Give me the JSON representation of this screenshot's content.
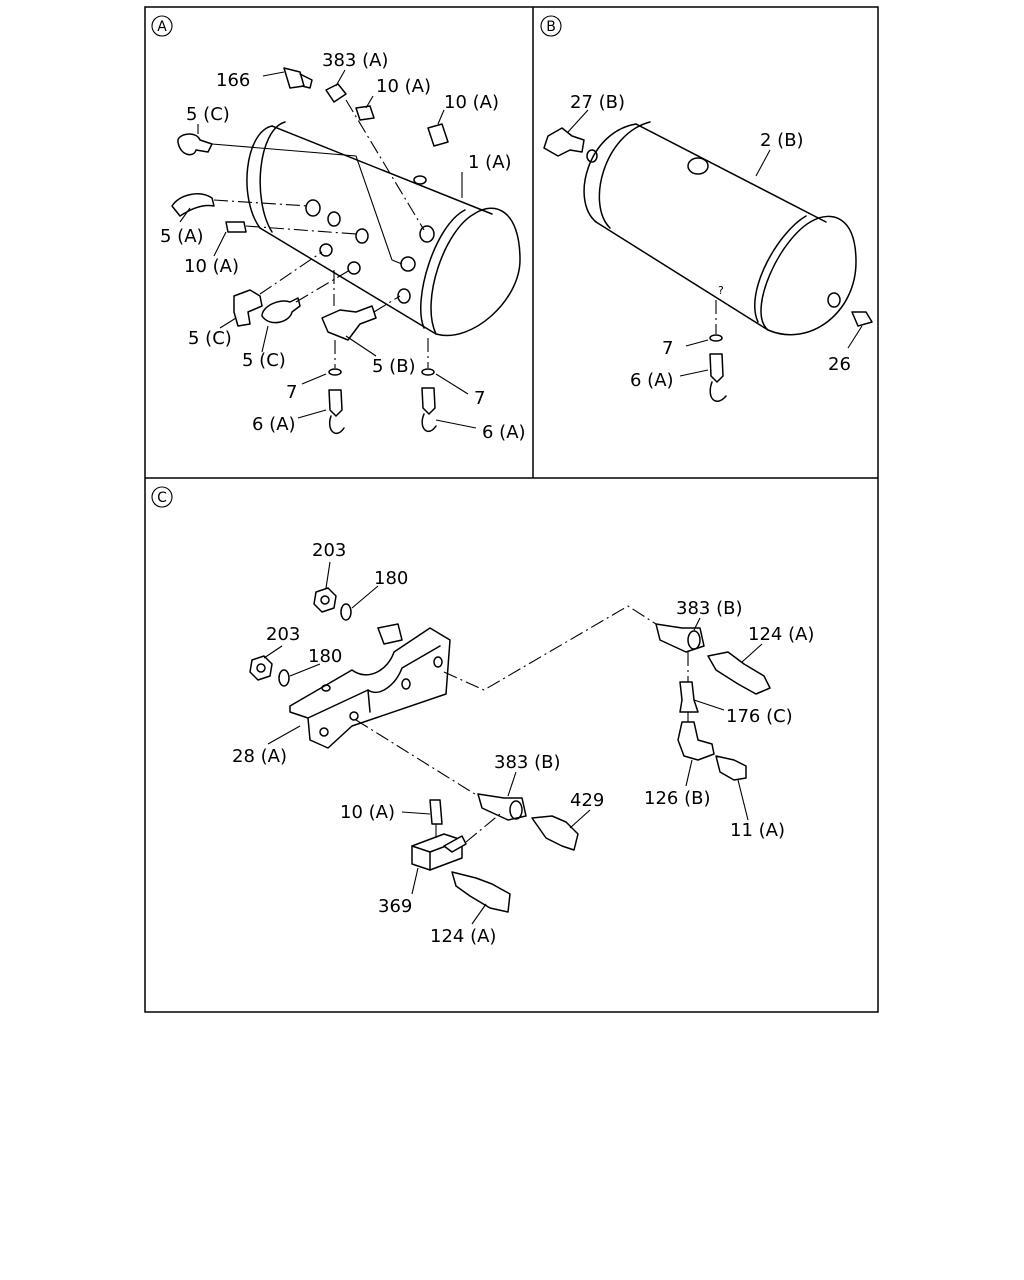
{
  "panels": {
    "a": {
      "marker": "A",
      "labels": {
        "p166": "166",
        "p383a": "383 (A)",
        "p10a_1": "10 (A)",
        "p10a_2": "10 (A)",
        "p5c_1": "5 (C)",
        "p1a": "1 (A)",
        "p5a": "5 (A)",
        "p10a_3": "10 (A)",
        "p5c_2": "5 (C)",
        "p5c_3": "5 (C)",
        "p5b": "5 (B)",
        "p7_1": "7",
        "p7_2": "7",
        "p6a_1": "6 (A)",
        "p6a_2": "6 (A)"
      }
    },
    "b": {
      "marker": "B",
      "labels": {
        "p27b": "27 (B)",
        "p2b": "2 (B)",
        "p7": "7",
        "p6a": "6 (A)",
        "p26": "26"
      }
    },
    "c": {
      "marker": "C",
      "labels": {
        "p203_1": "203",
        "p180_1": "180",
        "p203_2": "203",
        "p180_2": "180",
        "p28a": "28 (A)",
        "p383b_1": "383 (B)",
        "p124a_1": "124 (A)",
        "p176c": "176 (C)",
        "p126b": "126 (B)",
        "p11a": "11 (A)",
        "p383b_2": "383 (B)",
        "p429": "429",
        "p10a": "10 (A)",
        "p369": "369",
        "p124a_2": "124 (A)"
      }
    }
  }
}
